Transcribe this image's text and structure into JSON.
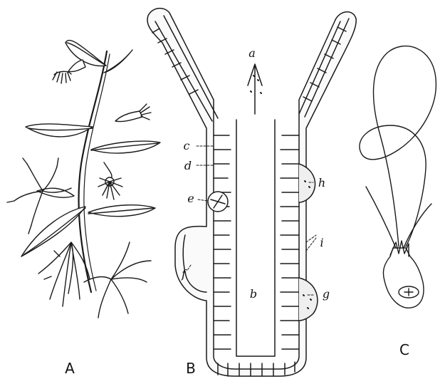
{
  "figure": {
    "panels": [
      {
        "id": "A",
        "caption": "A"
      },
      {
        "id": "B",
        "caption": "B"
      },
      {
        "id": "C",
        "caption": "C"
      }
    ],
    "labels_b": [
      {
        "key": "a",
        "text": "a"
      },
      {
        "key": "b",
        "text": "b"
      },
      {
        "key": "c",
        "text": "c"
      },
      {
        "key": "d",
        "text": "d"
      },
      {
        "key": "e",
        "text": "e"
      },
      {
        "key": "f",
        "text": "f"
      },
      {
        "key": "g",
        "text": "g"
      },
      {
        "key": "h",
        "text": "h"
      },
      {
        "key": "i",
        "text": "i"
      }
    ]
  }
}
